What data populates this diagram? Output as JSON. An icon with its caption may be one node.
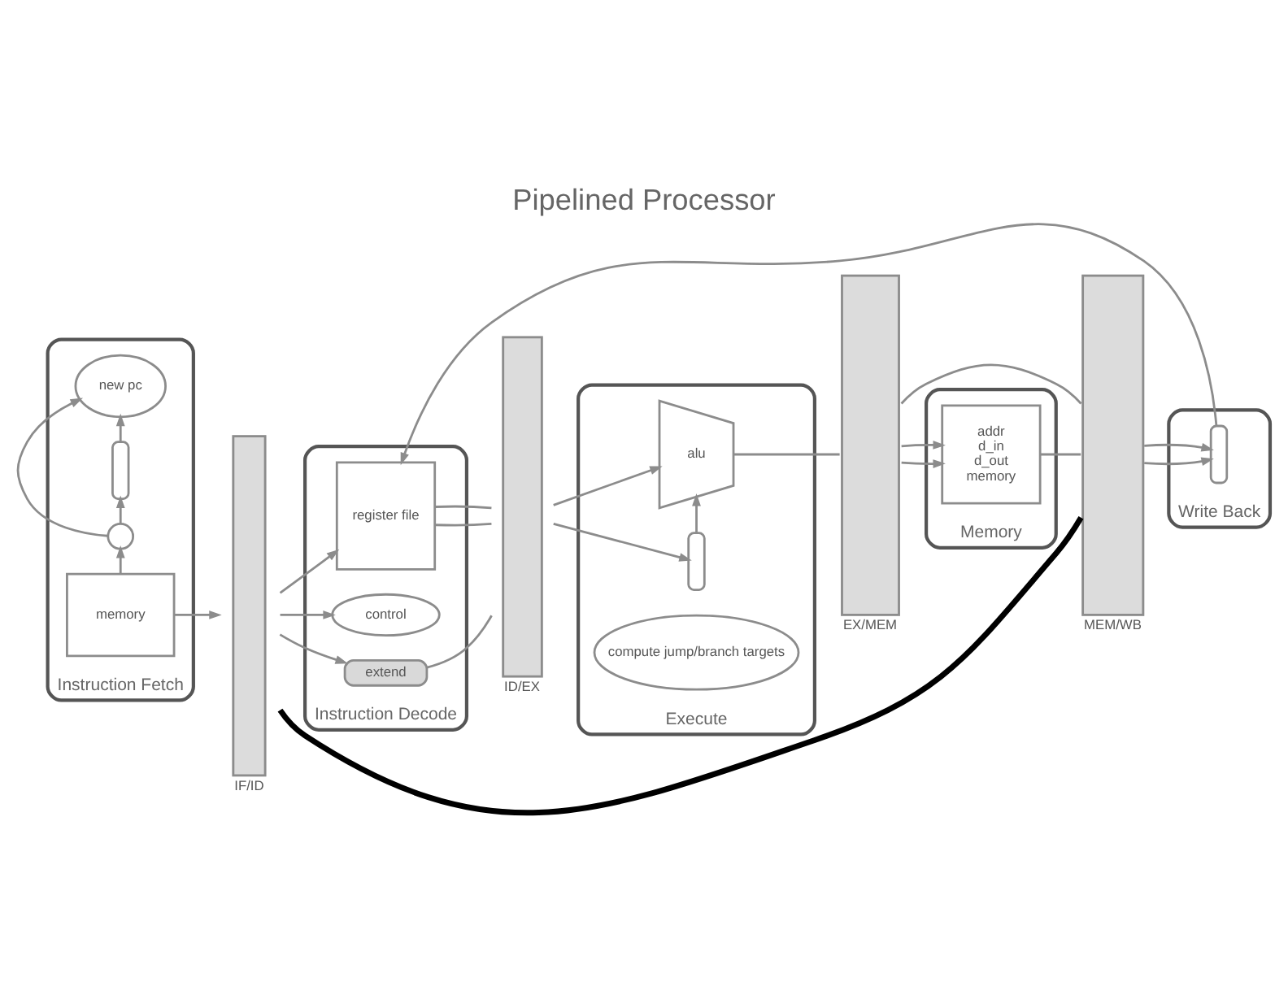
{
  "diagram": {
    "title": "Pipelined Processor",
    "nodes": [
      {
        "text": [
          "Instruction Fetch"
        ]
      },
      {
        "text": [
          "memory"
        ],
        "in": 0
      },
      {
        "text": [],
        "shape": "circle",
        "in": 0
      },
      {
        "text": [],
        "shape": "box",
        "in": 0
      },
      {
        "text": [
          "new pc"
        ],
        "in": 0
      },
      {
        "text": [
          "IF/ID"
        ]
      },
      {
        "text": [
          "Instruction Decode"
        ]
      },
      {
        "text": [
          "register file"
        ],
        "in": 6
      },
      {
        "text": [
          "control"
        ],
        "in": 6
      },
      {
        "text": [
          "extend"
        ],
        "in": 6
      },
      {
        "text": [
          "ID/EX"
        ]
      },
      {
        "text": [
          "Execute"
        ]
      },
      {
        "text": [
          "alu"
        ],
        "in": 11
      },
      {
        "text": [],
        "shape": "box",
        "in": 11
      },
      {
        "text": [
          "compute jump/branch targets"
        ],
        "in": 11
      },
      {
        "text": [
          "EX/MEM"
        ]
      },
      {
        "text": [
          "Memory"
        ]
      },
      {
        "text": [
          "addr",
          "d_in",
          "d_out",
          "memory"
        ],
        "in": 16
      },
      {
        "text": [
          "MEM/WB"
        ]
      },
      {
        "text": [
          "Write Back"
        ]
      },
      {
        "text": [],
        "shape": "box",
        "in": 19
      }
    ],
    "edges": [
      {
        "from": 1,
        "to": 5,
        "arrow": "to"
      },
      {
        "from": 1,
        "to": 2,
        "arrow": "to"
      },
      {
        "from": 2,
        "to": 3,
        "arrow": "to"
      },
      {
        "from": 3,
        "to": 4,
        "arrow": "to"
      },
      {
        "from": 2,
        "to": 4,
        "arrow": "to"
      },
      {
        "from": 5,
        "to": 7,
        "arrow": "to"
      },
      {
        "from": 5,
        "to": 8,
        "arrow": "to"
      },
      {
        "from": 5,
        "to": 9,
        "arrow": "to"
      },
      {
        "from": 7,
        "to": 10,
        "arrow": "none"
      },
      {
        "from": 7,
        "to": 10,
        "arrow": "none"
      },
      {
        "from": 9,
        "to": 10,
        "arrow": "none"
      },
      {
        "from": 10,
        "to": 12,
        "arrow": "to"
      },
      {
        "from": 10,
        "to": 13,
        "arrow": "to"
      },
      {
        "from": 13,
        "to": 12,
        "arrow": "to"
      },
      {
        "from": 12,
        "to": 15,
        "arrow": "none"
      },
      {
        "from": 15,
        "to": 17,
        "arrow": "to"
      },
      {
        "from": 15,
        "to": 17,
        "arrow": "to"
      },
      {
        "from": 15,
        "to": 18,
        "arrow": "none"
      },
      {
        "from": 17,
        "to": 18,
        "arrow": "none"
      },
      {
        "from": 18,
        "to": 20,
        "arrow": "to"
      },
      {
        "from": 18,
        "to": 20,
        "arrow": "to"
      },
      {
        "from": 20,
        "to": 7,
        "arrow": "to"
      },
      {
        "from": 18,
        "to": 5,
        "arrow": "none",
        "style": "thick",
        "color": "#000000"
      }
    ]
  }
}
